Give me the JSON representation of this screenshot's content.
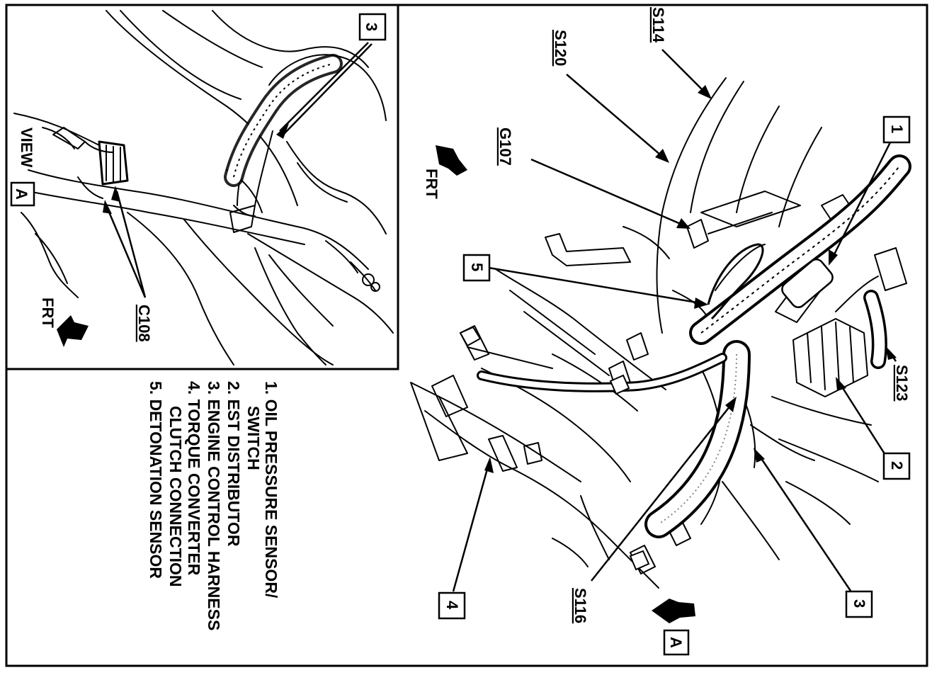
{
  "view_a": {
    "title": "VIEW",
    "view_letter": "A",
    "front": "FRT",
    "callout": "3",
    "connector": "C108"
  },
  "main": {
    "front": "FRT",
    "view_letter": "A",
    "callouts": [
      "1",
      "2",
      "3",
      "4",
      "5"
    ],
    "splices": [
      "S114",
      "S120",
      "S123",
      "S116"
    ],
    "ground": "G107"
  },
  "legend": {
    "items": [
      "1. OIL PRESSURE SENSOR/",
      "SWITCH",
      "2. EST DISTRIBUTOR",
      "3. ENGINE CONTROL HARNESS",
      "4. TORQUE CONVERTER",
      "CLUTCH CONNECTION",
      "5. DETONATION SENSOR"
    ]
  }
}
